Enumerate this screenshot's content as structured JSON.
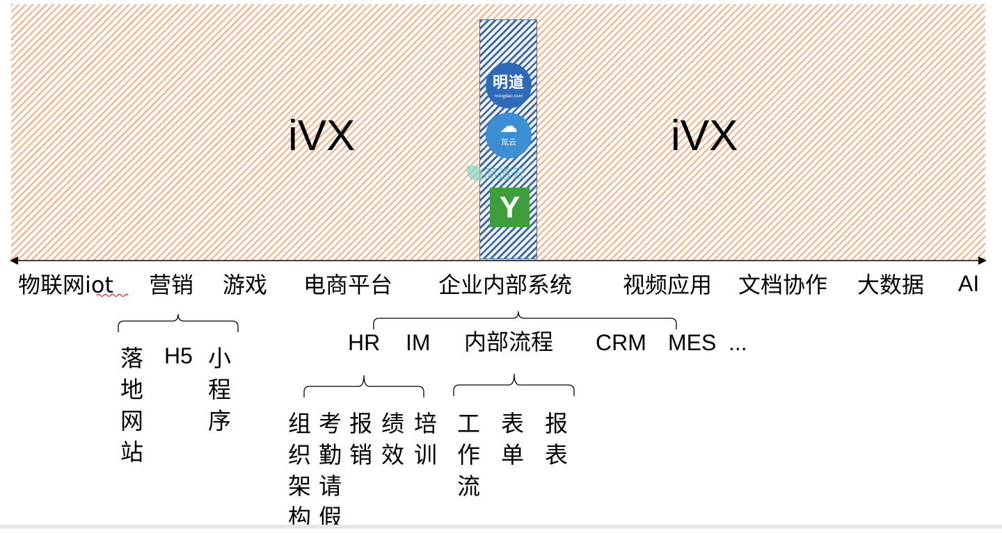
{
  "band_labels": {
    "left": "iVX",
    "right": "iVX"
  },
  "logos": {
    "mingdao_name": "明道",
    "mingdao_domain": "mingdao.com",
    "qiyun_name": "氚云",
    "jiandaoyun_name": "简道云",
    "logo4_mark": "Y"
  },
  "axis": {
    "categories": [
      "物联网iot",
      "营销",
      "游戏",
      "电商平台",
      "企业内部系统",
      "视频应用",
      "文档协作",
      "大数据",
      "AI"
    ]
  },
  "marketing": {
    "children": [
      "落地网站",
      "H5",
      "小程序"
    ]
  },
  "enterprise": {
    "children": [
      "HR",
      "IM",
      "内部流程",
      "CRM",
      "MES",
      "..."
    ]
  },
  "hr": {
    "children": [
      "组织架构",
      "考勤请假",
      "报销",
      "绩效",
      "培训"
    ]
  },
  "process": {
    "children": [
      "工作流",
      "表单",
      "报表"
    ]
  },
  "colors": {
    "band_stripe": "#f3b994",
    "column_stripe": "#3e6bb3",
    "line": "#000000"
  }
}
